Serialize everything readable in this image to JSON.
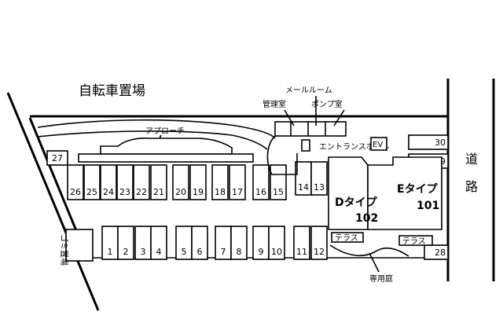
{
  "labels": {
    "bicycle_parking": "自転車置場",
    "approach": "アプローチ",
    "mail_room": "メールルーム",
    "management_room": "管理室",
    "pump_room": "ポンプ室",
    "entrance_hall": "エントランスホール",
    "elevator": "EV",
    "road": [
      "道",
      "路"
    ],
    "garbage_area": "ゴミ置場",
    "terrace": "テラス",
    "private_garden": "専用庭"
  },
  "units": [
    {
      "type": "Dタイプ",
      "number": "102"
    },
    {
      "type": "Eタイプ",
      "number": "101"
    }
  ],
  "parking": {
    "upper_row": [
      "26",
      "25",
      "24",
      "23",
      "22",
      "21",
      "20",
      "19",
      "18",
      "17",
      "16",
      "15",
      "14",
      "13"
    ],
    "lower_row": [
      "1",
      "2",
      "3",
      "4",
      "5",
      "6",
      "7",
      "8",
      "9",
      "10",
      "11",
      "12"
    ],
    "left_single": "27",
    "right_column": [
      "30",
      "29",
      "28"
    ]
  }
}
